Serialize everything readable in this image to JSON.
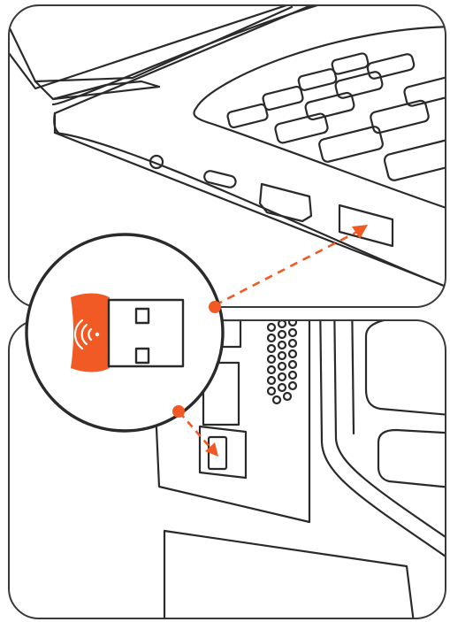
{
  "colors": {
    "line": "#2a2a2a",
    "accent": "#f15a24",
    "background": "#ffffff",
    "panel_border": "#3a3a3a"
  },
  "panels": [
    {
      "name": "laptop-panel",
      "depicts": "laptop-side-usb-ports"
    },
    {
      "name": "desktop-panel",
      "depicts": "desktop-tower-front-usb-port"
    }
  ],
  "callout": {
    "depicts": "usb-wireless-receiver",
    "icon": "wifi-signal-icon"
  },
  "arrows": [
    {
      "name": "arrow-to-laptop-usb-port",
      "style": "dashed"
    },
    {
      "name": "arrow-to-desktop-usb-port",
      "style": "dashed"
    }
  ]
}
